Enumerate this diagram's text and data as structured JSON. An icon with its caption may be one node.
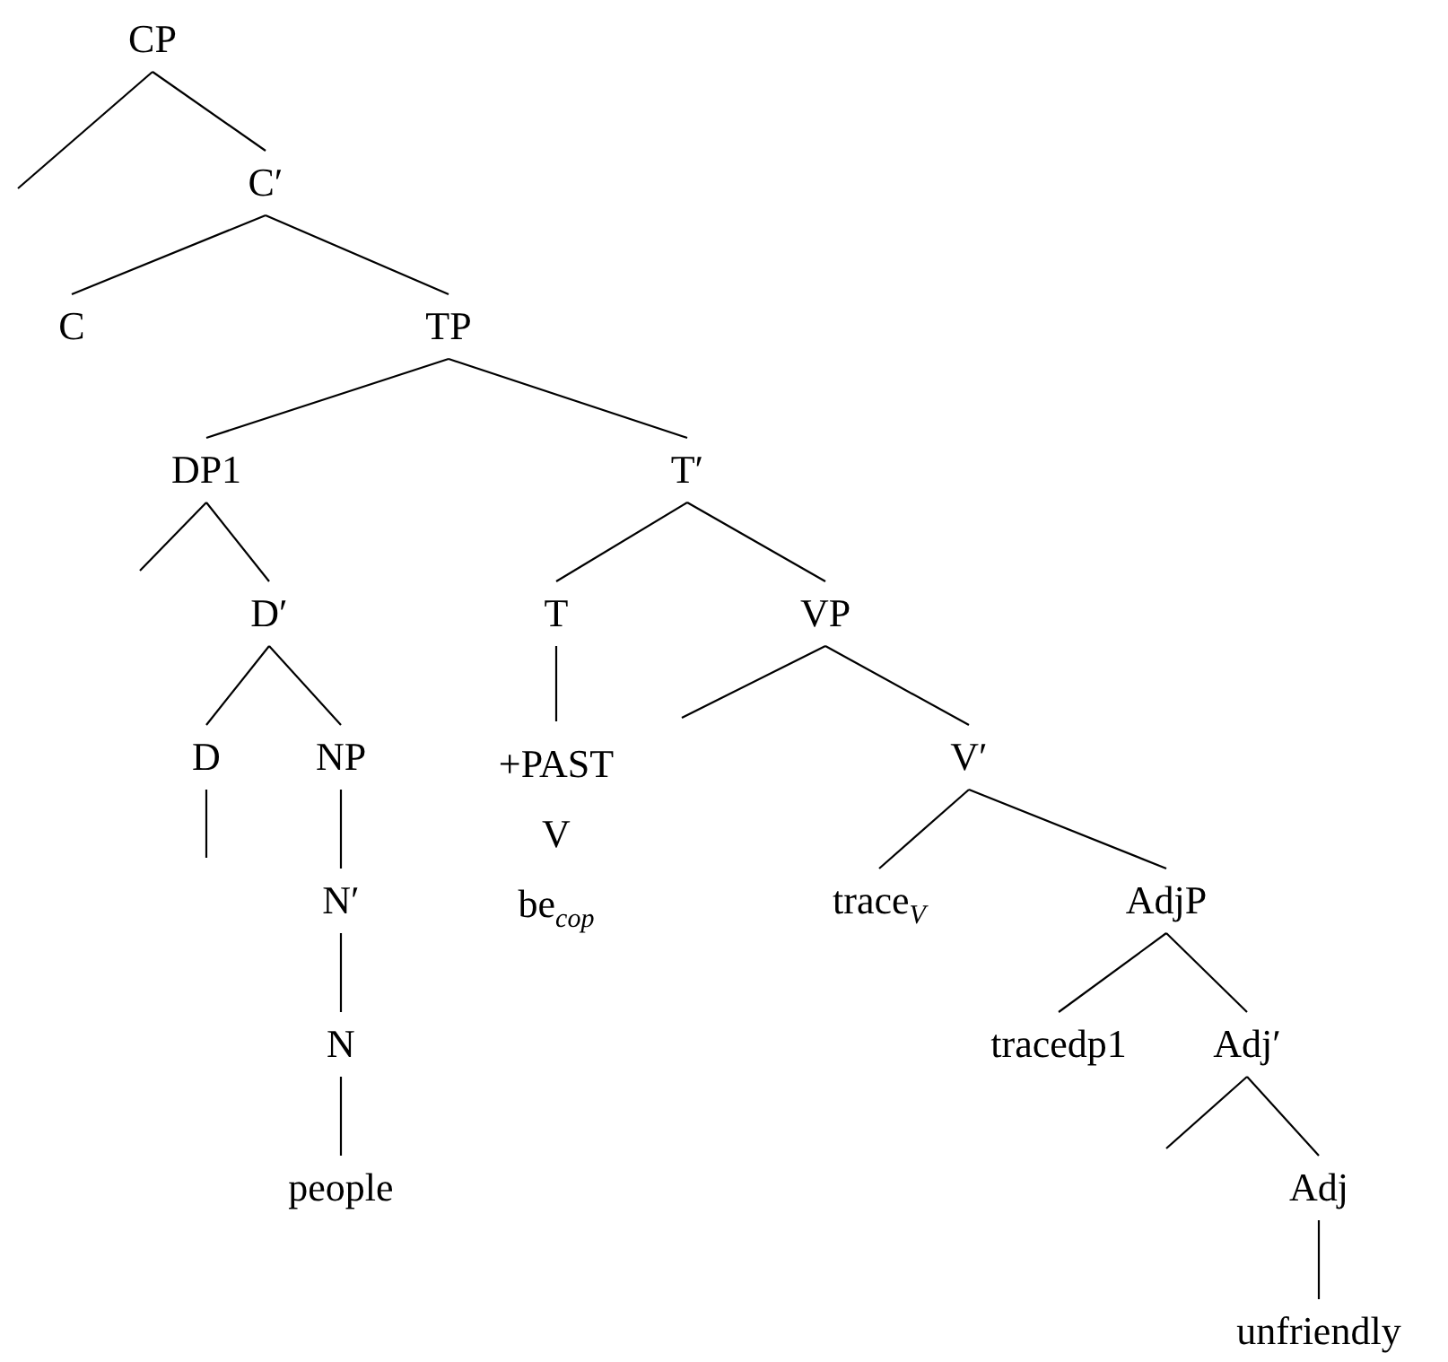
{
  "diagram": {
    "nodes": [
      {
        "text": [
          "CP"
        ]
      },
      {
        "text": [
          "C′"
        ]
      },
      {
        "text": [
          "C"
        ]
      },
      {
        "text": [
          "TP"
        ]
      },
      {
        "text": [
          "DP1"
        ]
      },
      {
        "text": [
          "D′"
        ]
      },
      {
        "text": [
          "D"
        ]
      },
      {
        "text": [
          "NP"
        ]
      },
      {
        "text": [
          "N′"
        ]
      },
      {
        "text": [
          "N"
        ]
      },
      {
        "text": [
          "people"
        ]
      },
      {
        "text": [
          "T′"
        ]
      },
      {
        "text": [
          "T"
        ]
      },
      {
        "text": [
          "+PAST",
          "V",
          "be$_{cop}$"
        ]
      },
      {
        "text": [
          "VP"
        ]
      },
      {
        "text": [
          "V′"
        ]
      },
      {
        "text": [
          "trace$_{V}$"
        ]
      },
      {
        "text": [
          "AdjP"
        ]
      },
      {
        "text": [
          "tracedp1"
        ]
      },
      {
        "text": [
          "Adj′"
        ]
      },
      {
        "text": [
          "Adj"
        ]
      },
      {
        "text": [
          "unfriendly"
        ]
      }
    ],
    "edges": [
      {
        "from": 0,
        "to": null,
        "arrow": "none"
      },
      {
        "from": 0,
        "to": 1,
        "arrow": "none"
      },
      {
        "from": 1,
        "to": 2,
        "arrow": "none"
      },
      {
        "from": 1,
        "to": 3,
        "arrow": "none"
      },
      {
        "from": 3,
        "to": 4,
        "arrow": "none"
      },
      {
        "from": 3,
        "to": 11,
        "arrow": "none"
      },
      {
        "from": 4,
        "to": null,
        "arrow": "none"
      },
      {
        "from": 4,
        "to": 5,
        "arrow": "none"
      },
      {
        "from": 5,
        "to": 6,
        "arrow": "none"
      },
      {
        "from": 5,
        "to": 7,
        "arrow": "none"
      },
      {
        "from": 6,
        "to": null,
        "arrow": "none"
      },
      {
        "from": 7,
        "to": 8,
        "arrow": "none"
      },
      {
        "from": 8,
        "to": 9,
        "arrow": "none"
      },
      {
        "from": 9,
        "to": 10,
        "arrow": "none"
      },
      {
        "from": 11,
        "to": 12,
        "arrow": "none"
      },
      {
        "from": 11,
        "to": 14,
        "arrow": "none"
      },
      {
        "from": 12,
        "to": 13,
        "arrow": "none"
      },
      {
        "from": 14,
        "to": null,
        "arrow": "none"
      },
      {
        "from": 14,
        "to": 15,
        "arrow": "none"
      },
      {
        "from": 15,
        "to": 16,
        "arrow": "none"
      },
      {
        "from": 15,
        "to": 17,
        "arrow": "none"
      },
      {
        "from": 17,
        "to": 18,
        "arrow": "none"
      },
      {
        "from": 17,
        "to": 19,
        "arrow": "none"
      },
      {
        "from": 19,
        "to": null,
        "arrow": "none"
      },
      {
        "from": 19,
        "to": 20,
        "arrow": "none"
      },
      {
        "from": 20,
        "to": 21,
        "arrow": "none"
      }
    ]
  }
}
